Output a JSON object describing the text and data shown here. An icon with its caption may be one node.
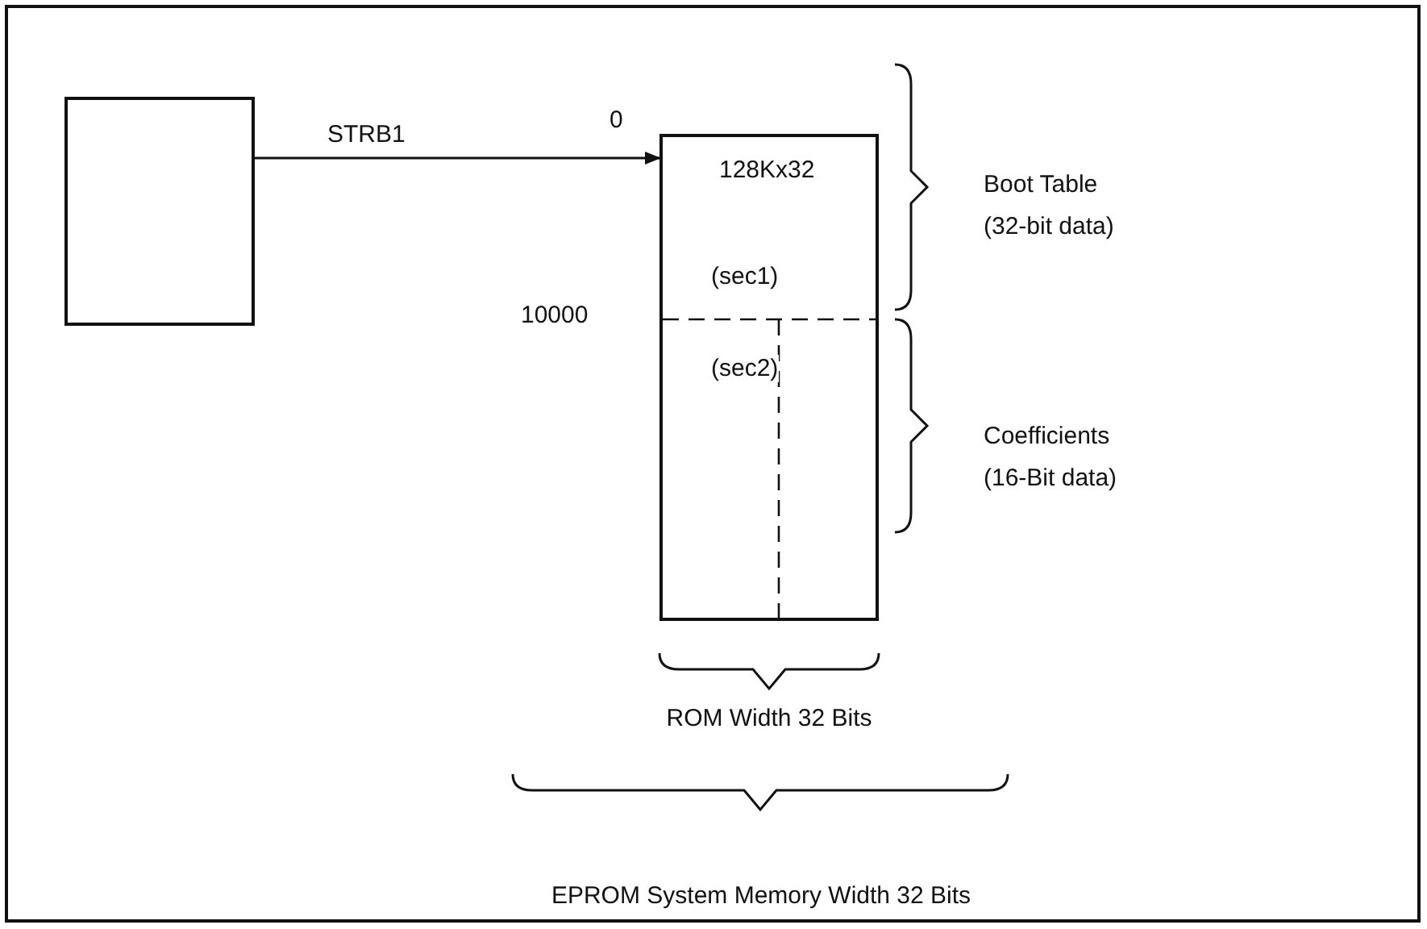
{
  "diagram": {
    "nodes": [
      {
        "text": [],
        "shape": "box"
      },
      {
        "text": [
          "128Kx32",
          "(sec1)",
          "(sec2)"
        ],
        "beside": [
          "0",
          "10000"
        ]
      }
    ],
    "edges": [
      {
        "from": 0,
        "to": 1,
        "arrow": "to",
        "label": "STRB1"
      }
    ],
    "labels": [
      "Boot Table (32-bit data)",
      "Coefficients (16-Bit data)",
      "ROM Width 32 Bits",
      "EPROM System Memory Width 32 Bits"
    ]
  }
}
